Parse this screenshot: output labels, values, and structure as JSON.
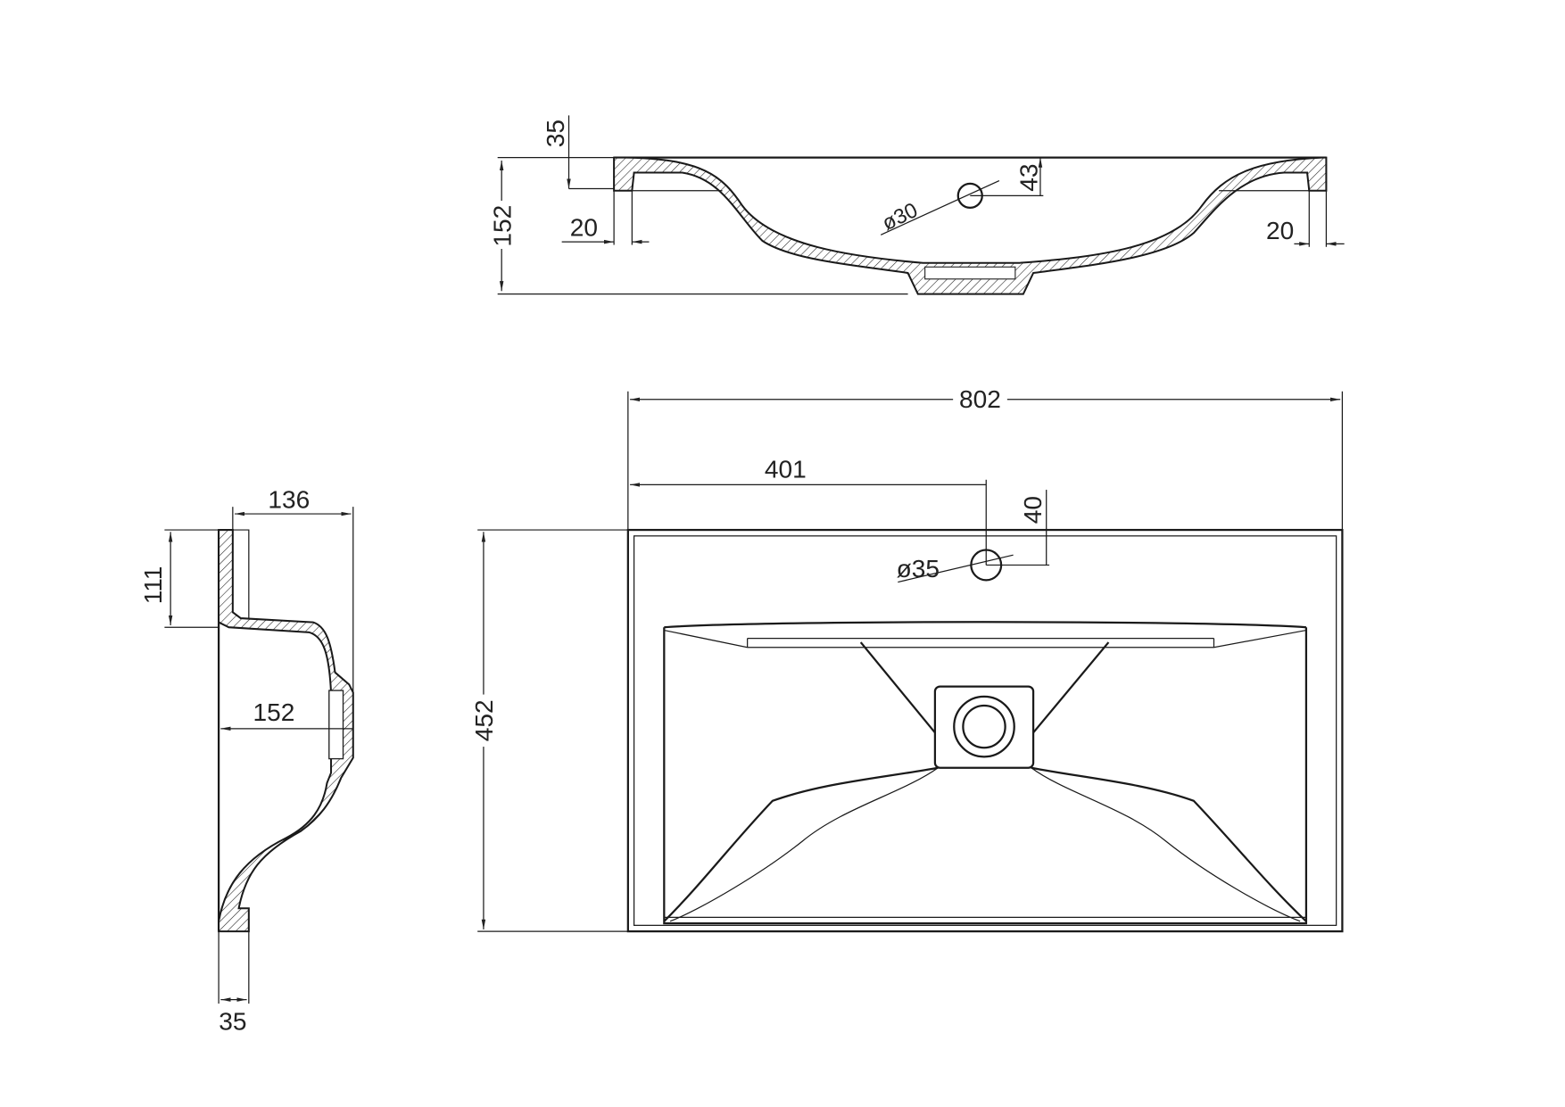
{
  "drawing": {
    "front_section": {
      "height": "152",
      "rim_depth": "35",
      "left_rim_width": "20",
      "right_rim_width": "20",
      "tap_hole_offset": "43",
      "tap_hole_diameter": "ø30"
    },
    "plan_view": {
      "overall_width": "802",
      "tap_hole_center": "401",
      "tap_hole_from_back": "40",
      "tap_hole_diameter": "ø35",
      "overall_depth": "452"
    },
    "side_section": {
      "top_width": "136",
      "rim_height": "111",
      "total_depth": "152",
      "rim_thickness": "35"
    }
  }
}
